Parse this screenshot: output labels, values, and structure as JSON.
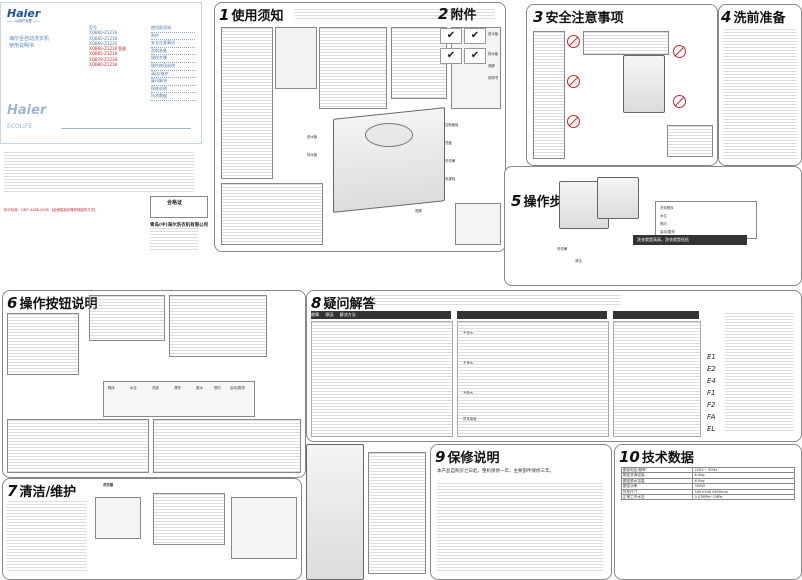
{
  "cover": {
    "brand": "Haier",
    "brand_sub": "—— 以用户为是 ——",
    "product_title": "海尔全自动洗衣机",
    "product_subtitle": "使用说明书",
    "model_label": "型号",
    "models": [
      "XQB60-Z1216",
      "XQB60-Z1218",
      "XQB60-Z1226",
      "XQB60-Z1218 智能",
      "XQB65-Z1218",
      "XQB70-Z1218",
      "XQB80-Z1218"
    ],
    "toc": [
      "使用前须知",
      "附件",
      "安全注意事项",
      "洗前准备",
      "操作步骤",
      "操作按钮说明",
      "清洁/维护",
      "疑问解答",
      "保修说明",
      "技术数据"
    ],
    "eco": "ECOLIFE",
    "footer_note": "执行标准：GB/T 4288-2008 【全面智能化降低耗能的方式】",
    "cert_title": "合格证",
    "company": "青岛(中)海尔洗衣机有限公司"
  },
  "sections": {
    "s1": {
      "num": "1",
      "title": "使用须知"
    },
    "s2": {
      "num": "2",
      "title": "附件"
    },
    "s3": {
      "num": "3",
      "title": "安全注意事项"
    },
    "s4": {
      "num": "4",
      "title": "洗前准备"
    },
    "s5": {
      "num": "5",
      "title": "操作步骤"
    },
    "s6": {
      "num": "6",
      "title": "操作按钮说明"
    },
    "s7": {
      "num": "7",
      "title": "清洁/维护"
    },
    "s8": {
      "num": "8",
      "title": "疑问解答"
    },
    "s9": {
      "num": "9",
      "title": "保修说明"
    },
    "s10": {
      "num": "10",
      "title": "技术数据"
    }
  },
  "s1_labels": [
    "外包装",
    "排水管",
    "进水管",
    "控制面板",
    "顶盖",
    "洗衣桶",
    "电源线",
    "底脚"
  ],
  "s2_items": [
    "进水管",
    "排水管",
    "底脚",
    "说明书"
  ],
  "s5_labels": [
    "洗衣程序",
    "水位",
    "预约",
    "启动/暂停"
  ],
  "s5_notes": [
    "洗衣就是高高，洗衣就是低低",
    "洗衣桶",
    "清洁"
  ],
  "s6_buttons": [
    "程序",
    "水位",
    "洗涤",
    "漂洗",
    "脱水",
    "预约",
    "启动/暂停"
  ],
  "s8_headers": [
    "故障",
    "原因",
    "解决方法"
  ],
  "s8_rows": [
    {
      "symptom": "不进水",
      "solution": "检查水龙头是否打开"
    },
    {
      "symptom": "不排水",
      "solution": "检查排水管是否堵塞"
    },
    {
      "symptom": "不脱水",
      "solution": "检查衣物是否放置均匀"
    },
    {
      "symptom": "异常噪音",
      "solution": "检查底脚是否放平"
    }
  ],
  "s8_codes": [
    "E1",
    "E2",
    "E4",
    "F1",
    "F2",
    "FA",
    "EL"
  ],
  "s10": {
    "rows": [
      {
        "label": "额定电压/频率",
        "value": "220V~ 50Hz"
      },
      {
        "label": "额定洗涤容量",
        "value": "6.0kg"
      },
      {
        "label": "额定脱水容量",
        "value": "6.0kg"
      },
      {
        "label": "额定功率",
        "value": "350W"
      },
      {
        "label": "外形尺寸",
        "value": "540×540×900mm"
      },
      {
        "label": "正常工作水压",
        "value": "0.03MPa~1MPa"
      }
    ]
  },
  "s7_heading": "洗衣桶",
  "s9_paragraph": "本产品自购买之日起，整机保修一年，主要部件保修三年。",
  "colors": {
    "accent_blue": "#1a66b0",
    "warning_red": "#c0282d",
    "cover_blue": "#5a86b8"
  }
}
